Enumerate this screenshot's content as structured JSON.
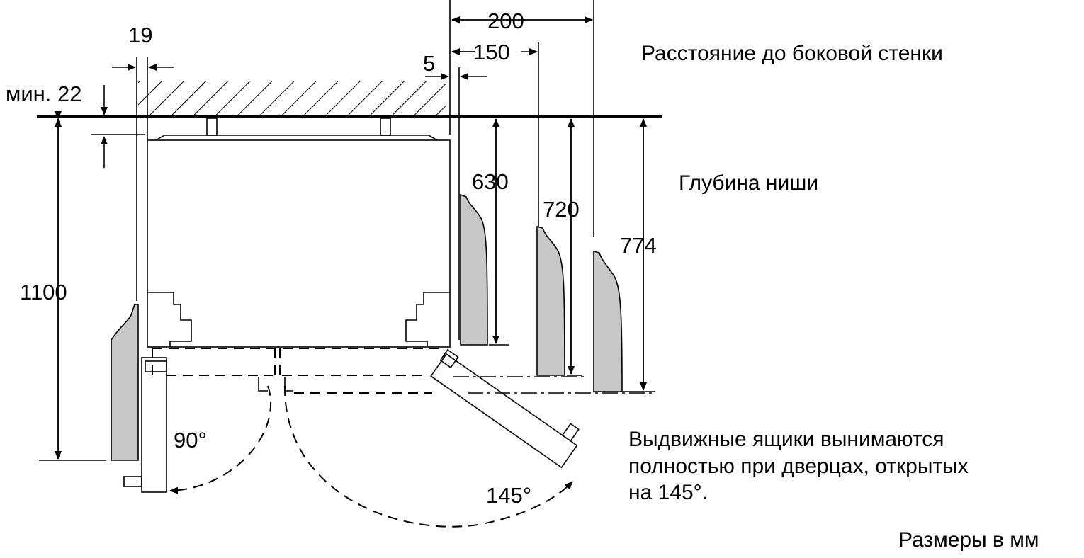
{
  "labels": {
    "side_wall_distance": "Расстояние до боковой стенки",
    "niche_depth": "Глубина ниши",
    "note_line1": "Выдвижные ящики вынимаются",
    "note_line2": "полностью при дверцах, открытых",
    "note_line3": "на 145°.",
    "units": "Размеры в мм"
  },
  "dimensions": {
    "min_gap": "мин. 22",
    "side_gap": "19",
    "side_clearance": "5",
    "distance_150": "150",
    "distance_200": "200",
    "depth_630": "630",
    "depth_720": "720",
    "depth_774": "774",
    "open_depth": "1100",
    "angle_left": "90°",
    "angle_right": "145°"
  }
}
